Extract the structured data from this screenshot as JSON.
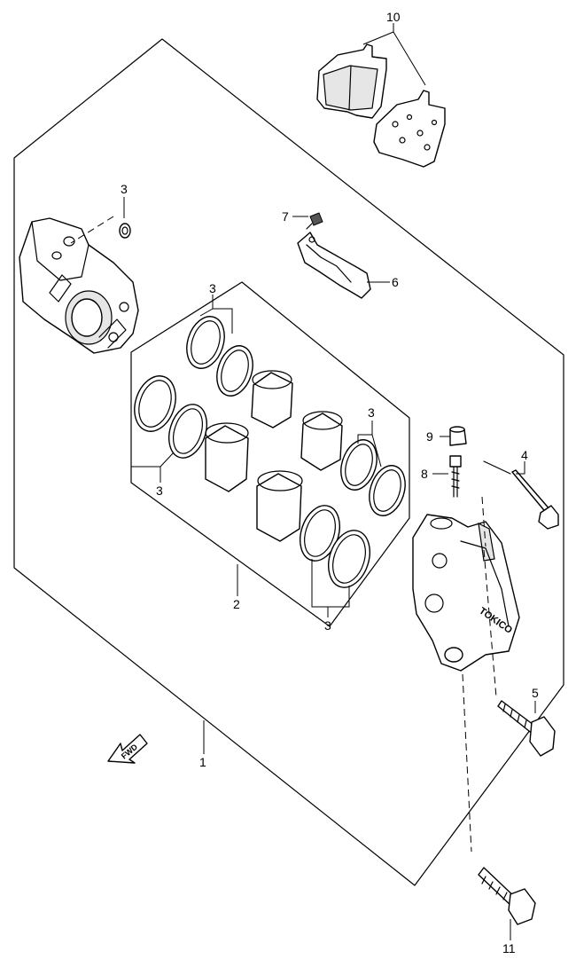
{
  "diagram": {
    "callouts": {
      "c1": "1",
      "c2": "2",
      "c3a": "3",
      "c3b": "3",
      "c3c": "3",
      "c3d": "3",
      "c3e": "3",
      "c4": "4",
      "c5": "5",
      "c6": "6",
      "c7": "7",
      "c8": "8",
      "c9": "9",
      "c10": "10",
      "c11": "11"
    },
    "fwd_label": "FWD",
    "caliper_brand": "TOKICO",
    "colors": {
      "ink": "#000000",
      "paper": "#ffffff",
      "shade": "#e6e6e6"
    }
  }
}
